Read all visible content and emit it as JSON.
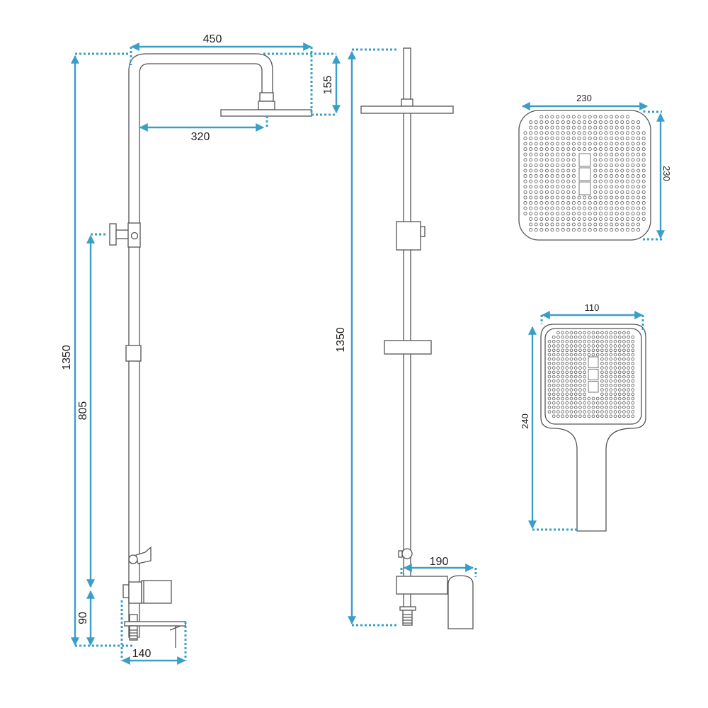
{
  "title": "Shower set technical drawing",
  "colors": {
    "dimension": "#3a9fc8",
    "outline": "#555555"
  },
  "dimensions": {
    "left_total_width": "450",
    "left_head_drop": "155",
    "left_arm_reach": "320",
    "left_total_height": "1350",
    "left_diverter_height": "805",
    "left_mixer_height": "90",
    "left_mixer_depth": "140",
    "middle_total_height": "1350",
    "middle_spout_reach": "190",
    "head_width": "230",
    "head_height": "230",
    "hand_width": "110",
    "hand_length": "240"
  }
}
